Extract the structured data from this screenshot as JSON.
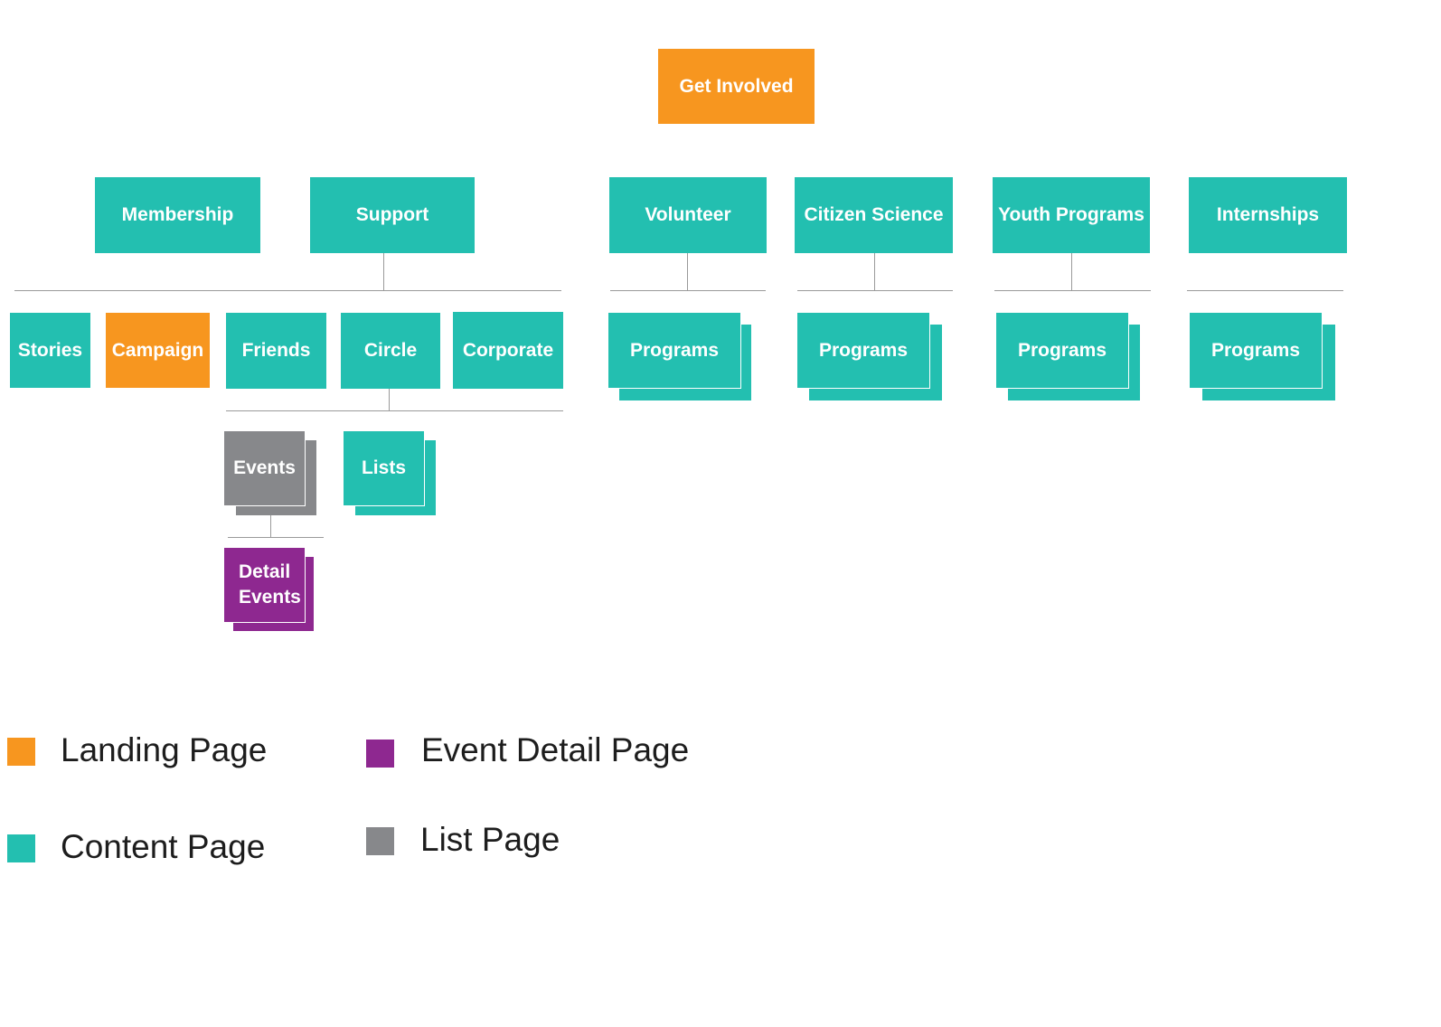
{
  "root": {
    "label": "Get Involved",
    "type": "landing"
  },
  "sections": {
    "membership": "Membership",
    "support": "Support",
    "volunteer": "Volunteer",
    "citizen_science": "Citizen Science",
    "youth_programs": "Youth Programs",
    "internships": "Internships"
  },
  "support_children": {
    "stories": "Stories",
    "campaign": "Campaign",
    "friends": "Friends",
    "circle": "Circle",
    "corporate": "Corporate"
  },
  "circle_children": {
    "events": "Events",
    "lists": "Lists"
  },
  "events_children": {
    "detail_line1": "Detail",
    "detail_line2": "Events"
  },
  "program_pages": {
    "volunteer": "Programs",
    "citizen_science": "Programs",
    "youth_programs": "Programs",
    "internships": "Programs"
  },
  "legend": {
    "landing": "Landing Page",
    "content": "Content Page",
    "event_detail": "Event Detail Page",
    "list": "List Page"
  },
  "colors": {
    "landing": "#f7961f",
    "content": "#23bfb0",
    "event_detail": "#8e2890",
    "list": "#87888b",
    "connector": "#9a9a9a"
  }
}
